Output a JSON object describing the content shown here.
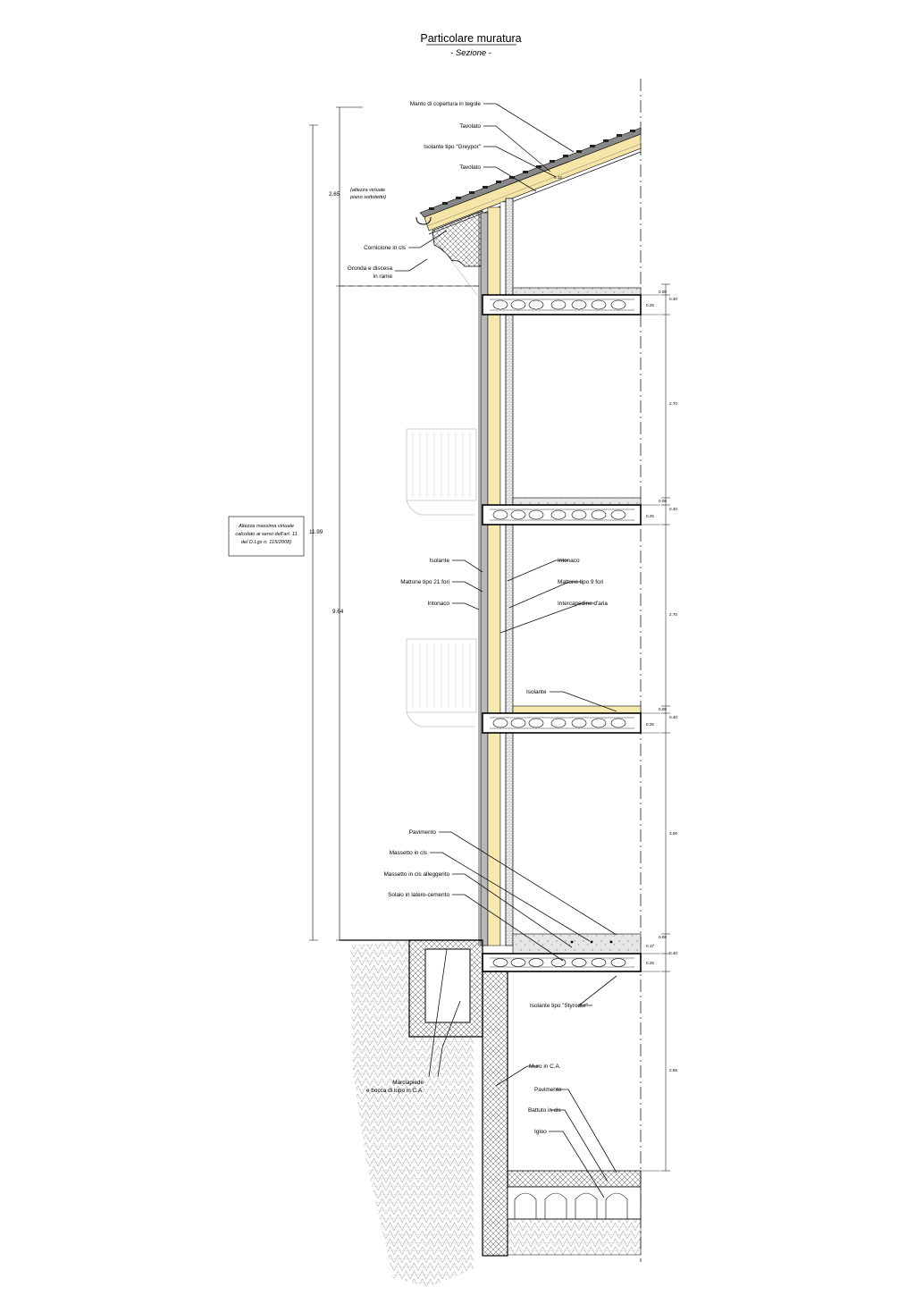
{
  "title": "Particolare muratura",
  "subtitle": "- Sezione -",
  "roof_labels": {
    "manto": "Manto di copertura in tegole",
    "tavolato_1": "Tavolato",
    "isolante_greypor": "Isolante tipo \"Greypor\"",
    "tavolato_2": "Tavolato",
    "cornicione": "Cornicione in cls",
    "gronda_1": "Gronda e discesa",
    "gronda_2": "in rame"
  },
  "wall_labels": {
    "isolante": "Isolante",
    "mattone_21": "Mattone tipo 21 fori",
    "intonaco_ext": "Intonaco",
    "intonaco_int": "Intonaco",
    "mattone_9": "Mattone tipo 9 fori",
    "intercapedine": "Intercapedine d'aria",
    "isolante_floor": "Isolante"
  },
  "floor_labels": {
    "pavimento": "Pavimento",
    "massetto": "Massetto in cls",
    "massetto_all": "Massetto in cls alleggerito",
    "solaio": "Solaio in latero-cemento",
    "styrodur": "Isolante tipo \"Styrodur\""
  },
  "foundation_labels": {
    "muro_ca": "Muro in C.A.",
    "pavimento": "Pavimento",
    "battuto": "Battuto in cls",
    "igloo": "Igloo",
    "marciapiede_1": "Marciapiede",
    "marciapiede_2": "e bocca di lupo in C.A."
  },
  "height_note": {
    "line1": "Altezza massima virtuale",
    "line2": "calcolato ai sensi dell'art. 11",
    "line3": "del D.Lgs n. 115/2008)"
  },
  "attic_note": {
    "line1": "(altezza virtuale",
    "line2": "piano sottotetto)"
  },
  "dimensions": {
    "total": "11.99",
    "attic": "2.65",
    "main": "9.64",
    "roof_thickness": "0.12",
    "slab_top": "0.08",
    "slab_total": "0.40",
    "slab_structure": "0.25",
    "floor_0_17": "0.17",
    "storey_1": "2.70",
    "storey_2": "2.70",
    "storey_3": "3.00",
    "basement": "2.55"
  }
}
